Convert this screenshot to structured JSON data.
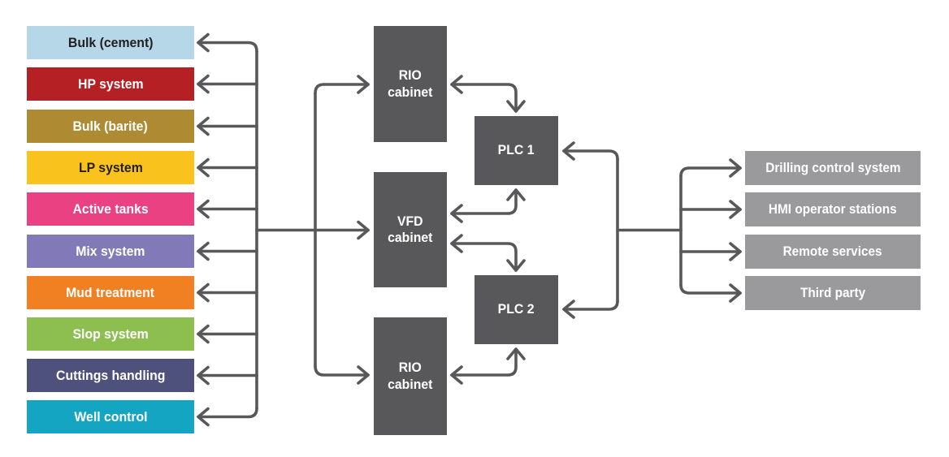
{
  "left_systems": [
    {
      "label": "Bulk (cement)",
      "color": "#B5D7E8",
      "text_color": "#231F20"
    },
    {
      "label": "HP system",
      "color": "#B52025",
      "text_color": "#FFFFFF"
    },
    {
      "label": "Bulk (barite)",
      "color": "#AE8A32",
      "text_color": "#FFFFFF"
    },
    {
      "label": "LP system",
      "color": "#F9C21D",
      "text_color": "#231F20"
    },
    {
      "label": "Active tanks",
      "color": "#E94181",
      "text_color": "#FFFFFF"
    },
    {
      "label": "Mix system",
      "color": "#8179B8",
      "text_color": "#FFFFFF"
    },
    {
      "label": "Mud treatment",
      "color": "#F08021",
      "text_color": "#FFFFFF"
    },
    {
      "label": "Slop system",
      "color": "#8DBE50",
      "text_color": "#FFFFFF"
    },
    {
      "label": "Cuttings handling",
      "color": "#4F517D",
      "text_color": "#FFFFFF"
    },
    {
      "label": "Well control",
      "color": "#14A5C3",
      "text_color": "#FFFFFF"
    }
  ],
  "cabinets": [
    {
      "label": "RIO cabinet",
      "label_lines": [
        "RIO",
        "cabinet"
      ]
    },
    {
      "label": "VFD cabinet",
      "label_lines": [
        "VFD",
        "cabinet"
      ]
    },
    {
      "label": "RIO cabinet",
      "label_lines": [
        "RIO",
        "cabinet"
      ]
    }
  ],
  "plcs": [
    {
      "label": "PLC 1"
    },
    {
      "label": "PLC 2"
    }
  ],
  "right_systems": [
    {
      "label": "Drilling control system"
    },
    {
      "label": "HMI operator stations"
    },
    {
      "label": "Remote services"
    },
    {
      "label": "Third party"
    }
  ],
  "colors": {
    "connector_line": "#58585A",
    "cabinet_fill": "#58585A",
    "plc_fill": "#58585A",
    "right_box_fill": "#9A9A9C",
    "background": "#FFFFFF"
  }
}
